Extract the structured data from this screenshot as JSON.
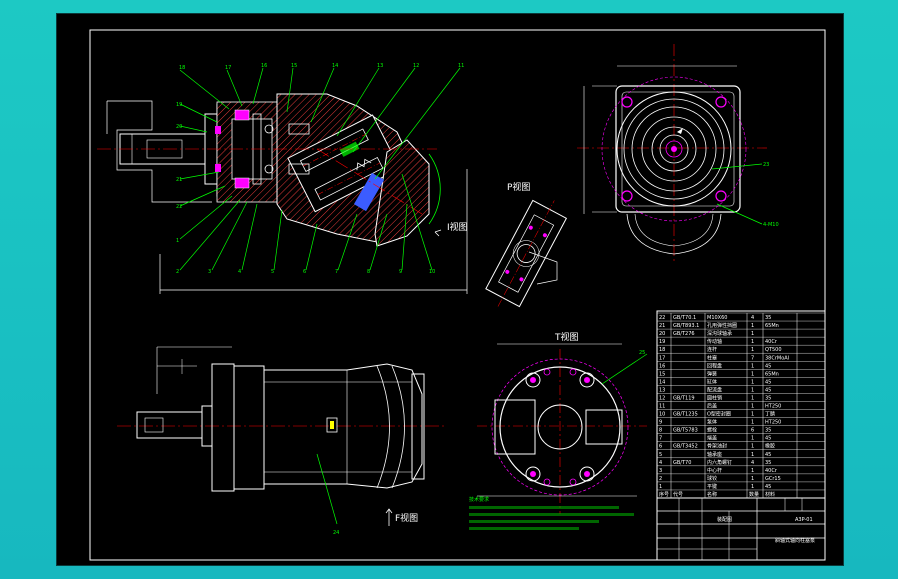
{
  "views": {
    "p_view_label": "P视图",
    "t_view_label": "T视图",
    "i_view_label": "I视图",
    "f_view_label": "F视图"
  },
  "notes": {
    "heading": "技术要求"
  },
  "title_block": {
    "drawing_no": "A3P-01",
    "name": "斜轴式轴向柱塞泵",
    "material": "装配图",
    "rows": [
      {
        "no": "22",
        "code": "GB/T70.1",
        "name": "M10X60",
        "qty": "4",
        "mat": "35"
      },
      {
        "no": "21",
        "code": "GB/T893.1",
        "name": "孔用弹性挡圈",
        "qty": "1",
        "mat": "65Mn"
      },
      {
        "no": "20",
        "code": "GB/T276",
        "name": "深沟球轴承",
        "qty": "1",
        "mat": ""
      },
      {
        "no": "19",
        "code": "",
        "name": "传动轴",
        "qty": "1",
        "mat": "40Cr"
      },
      {
        "no": "18",
        "code": "",
        "name": "连杆",
        "qty": "1",
        "mat": "QT500"
      },
      {
        "no": "17",
        "code": "",
        "name": "柱塞",
        "qty": "7",
        "mat": "38CrMoAl"
      },
      {
        "no": "16",
        "code": "",
        "name": "回程盘",
        "qty": "1",
        "mat": "45"
      },
      {
        "no": "15",
        "code": "",
        "name": "弹簧",
        "qty": "1",
        "mat": "65Mn"
      },
      {
        "no": "14",
        "code": "",
        "name": "缸体",
        "qty": "1",
        "mat": "45"
      },
      {
        "no": "13",
        "code": "",
        "name": "配流盘",
        "qty": "1",
        "mat": "45"
      },
      {
        "no": "12",
        "code": "GB/T119",
        "name": "圆柱销",
        "qty": "1",
        "mat": "35"
      },
      {
        "no": "11",
        "code": "",
        "name": "后盖",
        "qty": "1",
        "mat": "HT250"
      },
      {
        "no": "10",
        "code": "GB/T1235",
        "name": "O型密封圈",
        "qty": "1",
        "mat": "丁腈"
      },
      {
        "no": "9",
        "code": "",
        "name": "泵体",
        "qty": "1",
        "mat": "HT250"
      },
      {
        "no": "8",
        "code": "GB/T5783",
        "name": "螺栓",
        "qty": "6",
        "mat": "35"
      },
      {
        "no": "7",
        "code": "",
        "name": "端盖",
        "qty": "1",
        "mat": "45"
      },
      {
        "no": "6",
        "code": "GB/T3452",
        "name": "骨架油封",
        "qty": "1",
        "mat": "橡胶"
      },
      {
        "no": "5",
        "code": "",
        "name": "轴承座",
        "qty": "1",
        "mat": "45"
      },
      {
        "no": "4",
        "code": "GB/T70",
        "name": "内六角螺钉",
        "qty": "4",
        "mat": "35"
      },
      {
        "no": "3",
        "code": "",
        "name": "中心杆",
        "qty": "1",
        "mat": "40Cr"
      },
      {
        "no": "2",
        "code": "",
        "name": "球铰",
        "qty": "1",
        "mat": "GCr15"
      },
      {
        "no": "1",
        "code": "",
        "name": "平键",
        "qty": "1",
        "mat": "45"
      }
    ],
    "header": {
      "no": "序号",
      "code": "代号",
      "name": "名称",
      "qty": "数量",
      "mat": "材料"
    }
  },
  "colors": {
    "outline": "#ffffff",
    "leader": "#00ff00",
    "center": "#ff0000",
    "magenta": "#ff00ff",
    "yellow": "#ffff00",
    "cyan": "#00ffff",
    "hatch": "#ff4040"
  }
}
